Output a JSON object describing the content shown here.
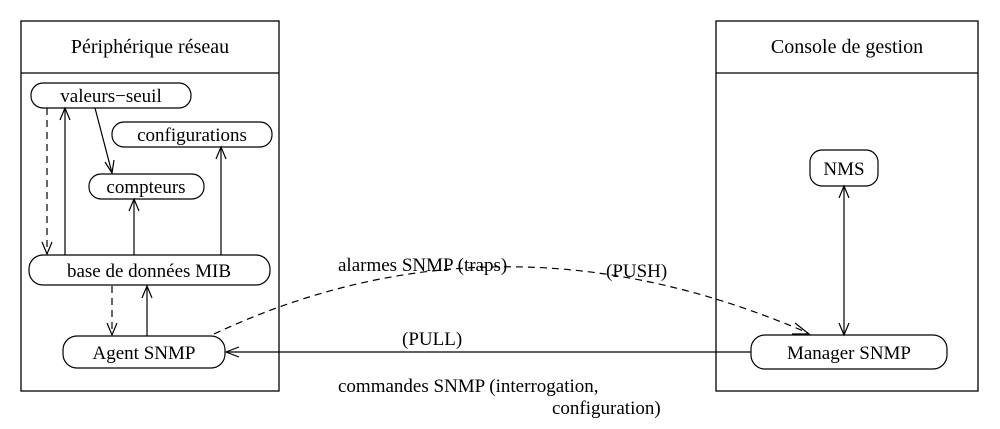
{
  "device": {
    "title": "Périphérique réseau",
    "nodes": {
      "thresholds": "valeurs−seuil",
      "configurations": "configurations",
      "counters": "compteurs",
      "mib": "base de données MIB",
      "agent": "Agent SNMP"
    }
  },
  "console": {
    "title": "Console de gestion",
    "nodes": {
      "nms": "NMS",
      "manager": "Manager SNMP"
    }
  },
  "links": {
    "traps_label": "alarmes SNMP (traps)",
    "push_label": "(PUSH)",
    "pull_label": "(PULL)",
    "commands_line1": "commandes SNMP (interrogation,",
    "commands_line2": "configuration)"
  }
}
